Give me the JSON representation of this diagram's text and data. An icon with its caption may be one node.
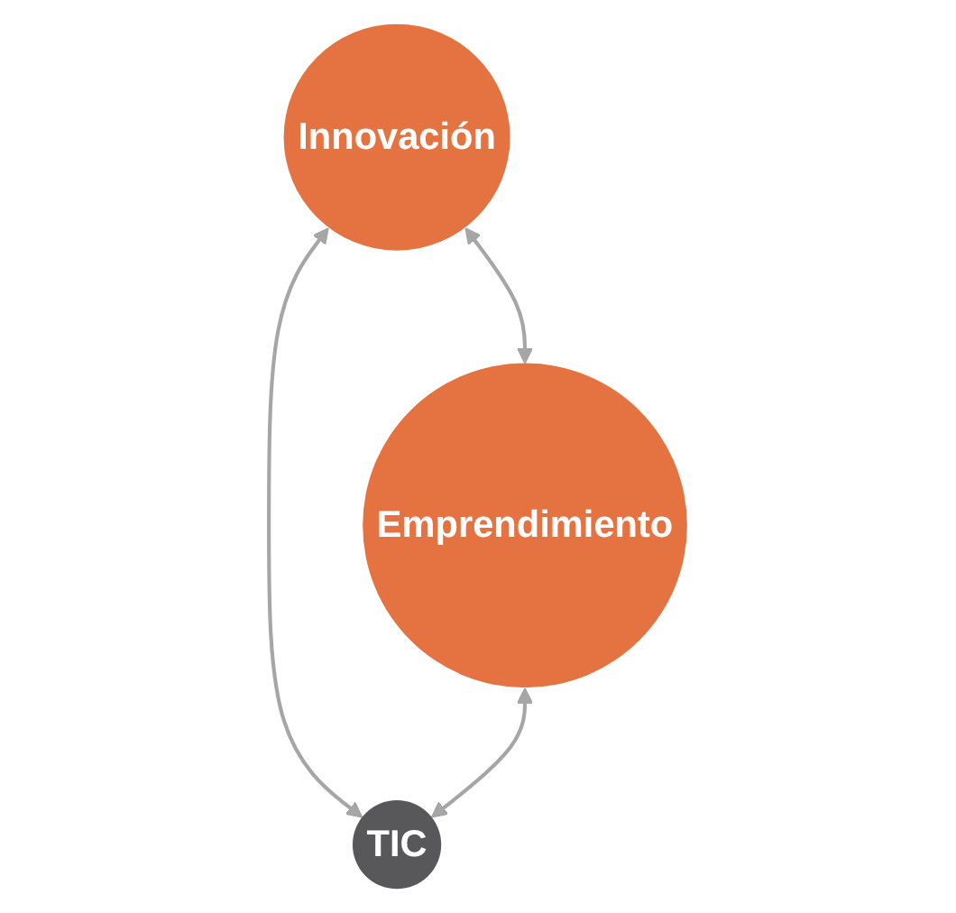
{
  "diagram": {
    "nodes": [
      {
        "text": [
          "Innovación"
        ]
      },
      {
        "text": [
          "Emprendimiento"
        ]
      },
      {
        "text": [
          "TIC"
        ]
      }
    ],
    "edges": [
      {
        "from": 0,
        "to": 1,
        "arrow": "both"
      },
      {
        "from": 0,
        "to": 2,
        "arrow": "both"
      },
      {
        "from": 1,
        "to": 2,
        "arrow": "both"
      }
    ]
  }
}
